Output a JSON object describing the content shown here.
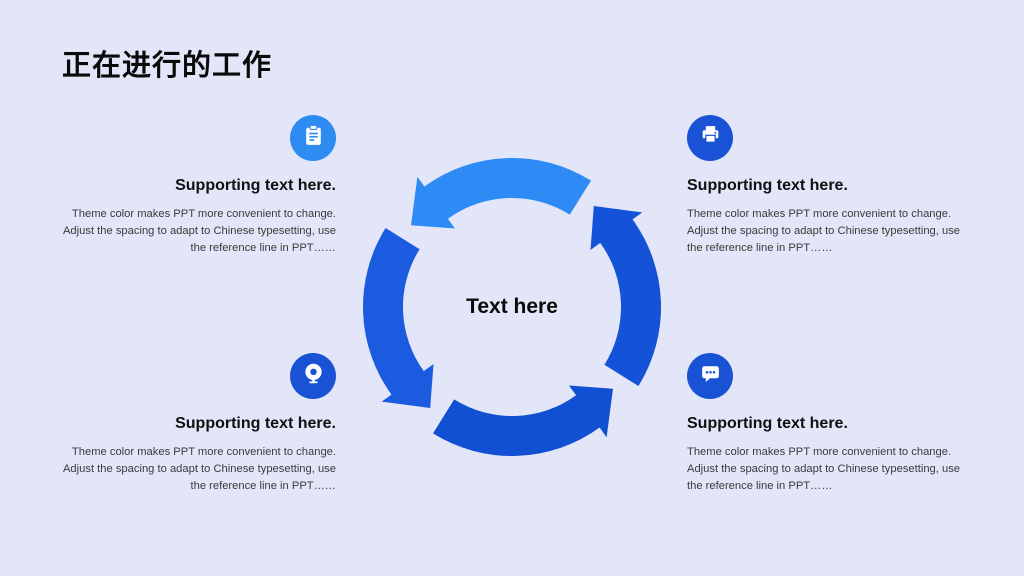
{
  "slide": {
    "title": "正在进行的工作",
    "background_color": "#E2E6F8"
  },
  "cycle_diagram": {
    "center_label": "Text here",
    "rotation": "counterclockwise",
    "arrows": [
      {
        "position": "top",
        "color": "#2E8BF5"
      },
      {
        "position": "left",
        "color": "#1A5BE0"
      },
      {
        "position": "bottom",
        "color": "#1150D2"
      },
      {
        "position": "right",
        "color": "#1453D8"
      }
    ]
  },
  "blocks": [
    {
      "position": "top-left",
      "icon": "clipboard-icon",
      "icon_bg": "#2E8BF2",
      "heading": "Supporting text here.",
      "body_lines": [
        "Theme color makes PPT more convenient to change.",
        "Adjust the spacing to adapt to Chinese typesetting, use",
        "the reference line in PPT……"
      ]
    },
    {
      "position": "top-right",
      "icon": "printer-icon",
      "icon_bg": "#1A52D6",
      "heading": "Supporting text here.",
      "body_lines": [
        "Theme color makes PPT more convenient to change.",
        "Adjust the spacing to adapt to Chinese typesetting, use",
        "the reference line in PPT……"
      ]
    },
    {
      "position": "bottom-left",
      "icon": "webcam-icon",
      "icon_bg": "#1A52D6",
      "heading": "Supporting text here.",
      "body_lines": [
        "Theme color makes PPT more convenient to change.",
        "Adjust the spacing to adapt to Chinese typesetting, use",
        "the reference line in PPT……"
      ]
    },
    {
      "position": "bottom-right",
      "icon": "chat-bubble-icon",
      "icon_bg": "#1A52D6",
      "heading": "Supporting text here.",
      "body_lines": [
        "Theme color makes PPT more convenient to change.",
        "Adjust the spacing to adapt to Chinese typesetting, use",
        "the reference line in PPT……"
      ]
    }
  ]
}
